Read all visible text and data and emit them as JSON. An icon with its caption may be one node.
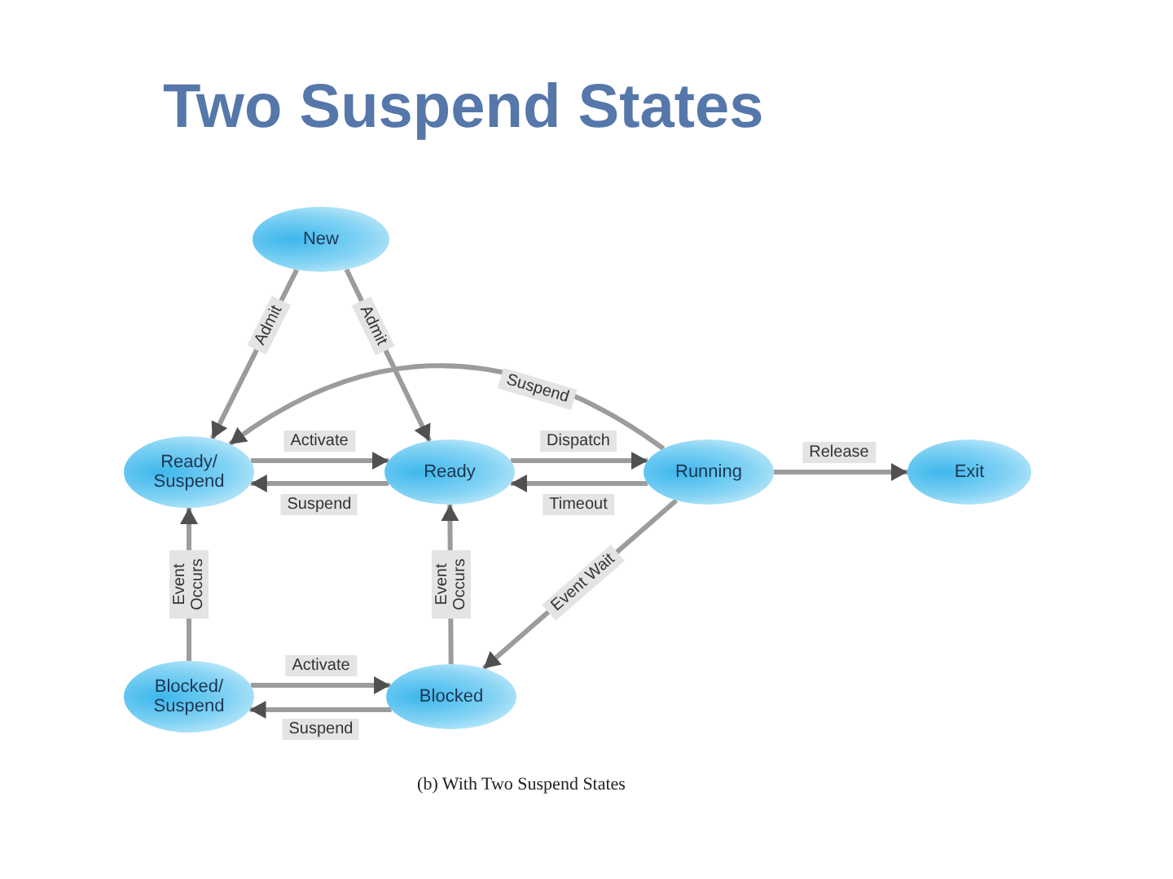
{
  "diagram": {
    "title": "Two Suspend States",
    "caption": "(b) With Two Suspend States",
    "nodes": [
      {
        "text": [
          "New"
        ]
      },
      {
        "text": [
          "Ready/ Suspend"
        ]
      },
      {
        "text": [
          "Ready"
        ]
      },
      {
        "text": [
          "Running"
        ]
      },
      {
        "text": [
          "Exit"
        ]
      },
      {
        "text": [
          "Blocked/ Suspend"
        ]
      },
      {
        "text": [
          "Blocked"
        ]
      }
    ],
    "edges": [
      {
        "from": 0,
        "to": 1,
        "arrow": "to",
        "label": "Admit"
      },
      {
        "from": 0,
        "to": 2,
        "arrow": "to",
        "label": "Admit"
      },
      {
        "from": 3,
        "to": 1,
        "arrow": "to",
        "label": "Suspend"
      },
      {
        "from": 1,
        "to": 2,
        "arrow": "to",
        "label": "Activate"
      },
      {
        "from": 2,
        "to": 1,
        "arrow": "to",
        "label": "Suspend"
      },
      {
        "from": 2,
        "to": 3,
        "arrow": "to",
        "label": "Dispatch"
      },
      {
        "from": 3,
        "to": 2,
        "arrow": "to",
        "label": "Timeout"
      },
      {
        "from": 3,
        "to": 4,
        "arrow": "to",
        "label": "Release"
      },
      {
        "from": 3,
        "to": 6,
        "arrow": "to",
        "label": "Event Wait"
      },
      {
        "from": 5,
        "to": 1,
        "arrow": "to",
        "label": "Event Occurs"
      },
      {
        "from": 6,
        "to": 2,
        "arrow": "to",
        "label": "Event Occurs"
      },
      {
        "from": 5,
        "to": 6,
        "arrow": "to",
        "label": "Activate"
      },
      {
        "from": 6,
        "to": 5,
        "arrow": "to",
        "label": "Suspend"
      }
    ]
  }
}
